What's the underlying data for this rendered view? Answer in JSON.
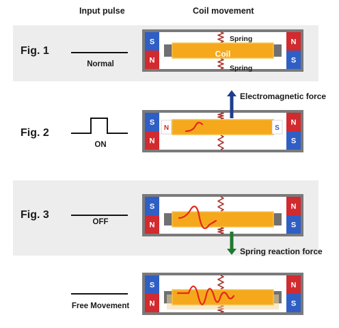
{
  "headers": {
    "input_pulse": "Input pulse",
    "coil_movement": "Coil movement"
  },
  "figures": [
    {
      "label": "Fig. 1",
      "pulse_caption": "Normal",
      "pulse": "flat",
      "state": "rest"
    },
    {
      "label": "Fig. 2",
      "pulse_caption": "ON",
      "pulse": "step",
      "state": "up"
    },
    {
      "label": "Fig. 3",
      "pulse_caption": "OFF",
      "pulse": "flat",
      "state": "down"
    },
    {
      "label": "",
      "pulse_caption": "Free Movement",
      "pulse": "flat",
      "state": "free"
    }
  ],
  "parts": {
    "coil": "Coil",
    "spring": "Spring",
    "magnet_north": "N",
    "magnet_south": "S"
  },
  "forces": {
    "electromagnetic": "Electromagnetic force",
    "spring_reaction": "Spring reaction force"
  },
  "colors": {
    "band": "#ededed",
    "frame": "#7a7a7a",
    "coil": "#f5a81c",
    "coil_edge": "#f7c24c",
    "magnet_north": "#d12a2f",
    "magnet_south": "#2f5fc4",
    "spring": "#a83228",
    "wave": "#e3261c",
    "force_up": "#1f3d8f",
    "force_down": "#1e7a30",
    "pulse_line": "#111111"
  }
}
